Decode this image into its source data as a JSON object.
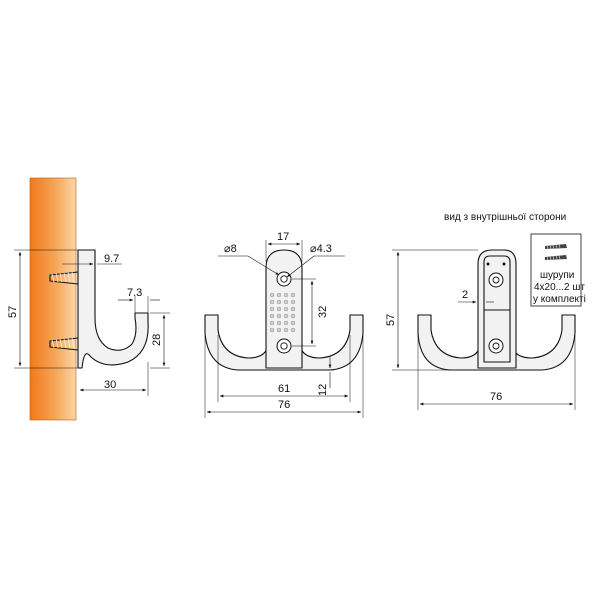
{
  "side_view": {
    "dims": {
      "height": "57",
      "offset_top": "9.7",
      "tip_width": "7.3",
      "hook_depth": "28",
      "projection": "30"
    }
  },
  "front_view": {
    "dims": {
      "hole_large": "⌀8",
      "top_width": "17",
      "hole_small": "⌀4.3",
      "hole_spacing": "32",
      "bottom_offset": "12",
      "inner_width": "61",
      "overall_width": "76"
    }
  },
  "back_view": {
    "title": "вид з внутрішньої сторони",
    "dims": {
      "height": "57",
      "wall": "2",
      "overall_width": "76"
    }
  },
  "screws_note": {
    "line1": "шурупи",
    "line2": "4x20...2 шт",
    "line3": "у комплекті"
  },
  "colors": {
    "wall_light": "#f9c78c",
    "wall_dark": "#f07a1a",
    "part_fill": "#f2f2f2"
  }
}
